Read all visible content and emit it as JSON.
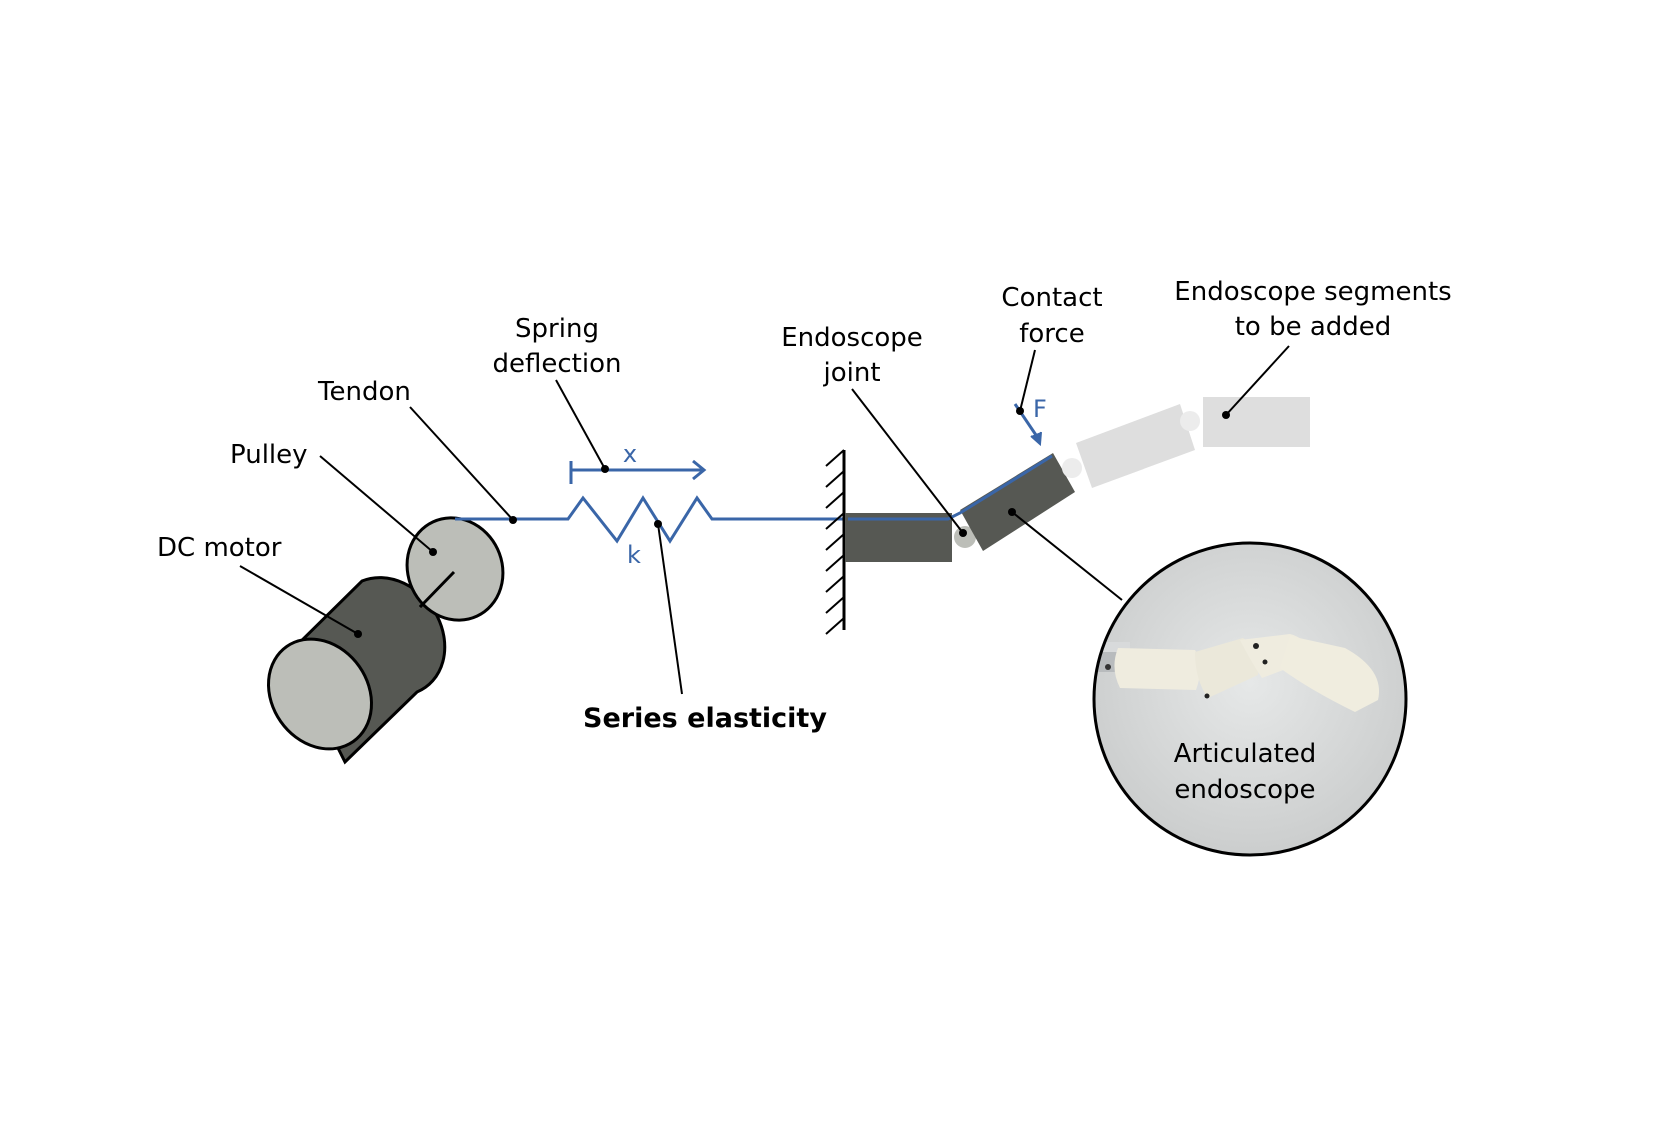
{
  "figure": {
    "labels": {
      "dc_motor": "DC motor",
      "pulley": "Pulley",
      "tendon": "Tendon",
      "spring_deflection": [
        "Spring",
        "deflection"
      ],
      "endoscope_joint": [
        "Endoscope",
        "joint"
      ],
      "contact_force": [
        "Contact",
        "force"
      ],
      "segments_to_add": [
        "Endoscope segments",
        "to be added"
      ],
      "series_elasticity": "Series elasticity",
      "articulated_endoscope": [
        "Articulated",
        "endoscope"
      ]
    },
    "symbols": {
      "deflection": "x",
      "stiffness": "k",
      "force": "F"
    },
    "colors": {
      "tendon_blue": "#3a66a8",
      "motor_dark": "#565853",
      "motor_light": "#bcbeb8",
      "segment_dark": "#565853",
      "segment_ghost": "#dedede",
      "leader_black": "#000000"
    }
  }
}
